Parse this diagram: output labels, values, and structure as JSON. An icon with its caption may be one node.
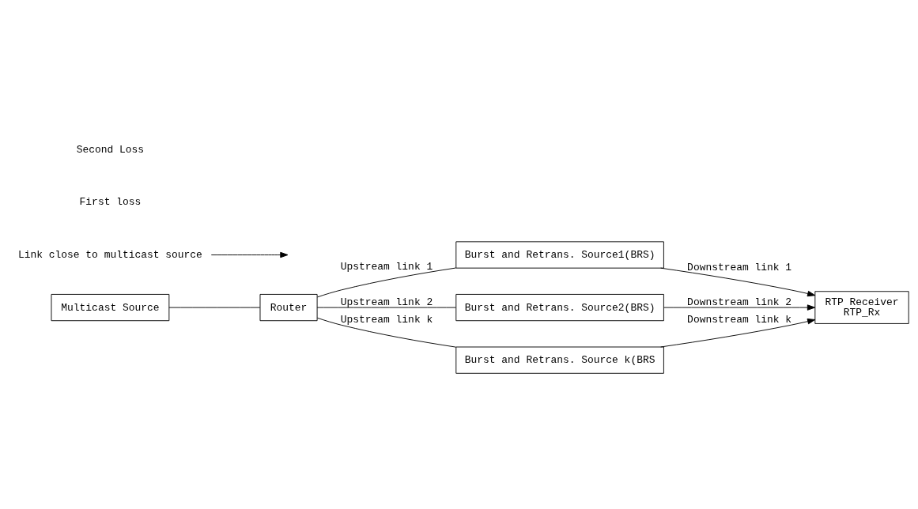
{
  "diagram": {
    "nodes": [
      {
        "text": [
          "Multicast Source"
        ]
      },
      {
        "text": [
          "Router"
        ]
      },
      {
        "text": [
          "Burst and Retrans. Source1(BRS)"
        ]
      },
      {
        "text": [
          "Burst and Retrans. Source2(BRS)"
        ]
      },
      {
        "text": [
          "Burst and Retrans. Source k(BRS"
        ]
      },
      {
        "text": [
          "RTP Receiver",
          "RTP_Rx"
        ]
      },
      {
        "text": [
          "Link close to multicast source"
        ]
      }
    ],
    "edges": [
      {
        "from": 0,
        "to": 1,
        "arrow": "none"
      },
      {
        "from": 1,
        "to": 2,
        "arrow": "none",
        "label": "Upstream link 1"
      },
      {
        "from": 2,
        "to": 5,
        "arrow": "to",
        "label": "Downstream link 1"
      },
      {
        "from": 1,
        "to": 3,
        "arrow": "none",
        "label": "Upstream link 2"
      },
      {
        "from": 3,
        "to": 5,
        "arrow": "to",
        "label": "Downstream link 2"
      },
      {
        "from": 1,
        "to": 4,
        "arrow": "none",
        "label": "Upstream link k"
      },
      {
        "from": 4,
        "to": 5,
        "arrow": "to",
        "label": "Downstream link k"
      },
      {
        "from": 6,
        "to": null,
        "arrow": "to"
      }
    ],
    "labels": [
      "First loss",
      "Second Loss"
    ]
  }
}
